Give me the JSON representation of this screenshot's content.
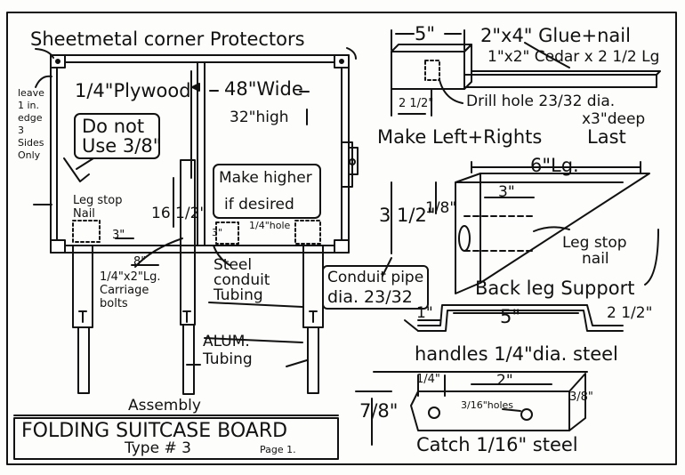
{
  "labels": {
    "corner_protectors": "Sheetmetal corner Protectors",
    "plywood": "1/4\"Plywood",
    "wide": "48\"Wide",
    "high": "32\"high",
    "do_not": "Do not",
    "use": "Use 3/8\"",
    "make_higher": "Make higher",
    "if_desired": "if desired",
    "leave_edge": [
      "leave",
      "1 in.",
      "edge",
      "3",
      "Sides",
      "Only"
    ],
    "leg_stop_nail_left": [
      "Leg stop",
      "Nail"
    ],
    "three_in": "3\"",
    "sixteen_half": "16 1/2\"",
    "three_in_small": "3\"",
    "quarter_hole": "1/4\"hole",
    "eight_in": "8\"",
    "carriage_bolts": [
      "1/4\"x2\"Lg.",
      "Carriage",
      "bolts"
    ],
    "steel_conduit": [
      "Steel",
      "conduit",
      "Tubing"
    ],
    "alum_tubing": [
      "ALUM.",
      "Tubing"
    ],
    "assembly": "Assembly",
    "title": "FOLDING SUITCASE BOARD",
    "type": "Type # 3",
    "page": "Page 1.",
    "five_in_top": "5\"",
    "two_by_four": "2\"x4\" Glue+nail",
    "cedar": "1\"x2\" Cedar x 2 1/2 Lg",
    "two_half": "2 1/2\"",
    "drill_hole": "Drill hole 23/32 dia.",
    "deep": "x3\"deep",
    "make_left_rights": "Make Left+Rights",
    "last": "Last",
    "six_lg": "6\"Lg.",
    "three_half": "3 1/2\"",
    "one_eighth": "1/8\"",
    "three_in_support": "3\"",
    "leg_stop_nail_right": [
      "Leg stop",
      "nail"
    ],
    "conduit_pipe": [
      "Conduit pipe",
      "dia. 23/32"
    ],
    "back_leg_support": "Back leg Support",
    "one_in": "1\"",
    "five_in_handle": "5\"",
    "two_half_handle": "2 1/2\"",
    "handles": "handles 1/4\"dia. steel",
    "quarter": "1/4\"",
    "two_in": "2\"",
    "seven_eighths": "7/8\"",
    "holes": "3/16\"holes",
    "three_eighths": "3/8\"",
    "catch": "Catch 1/16\" steel"
  }
}
